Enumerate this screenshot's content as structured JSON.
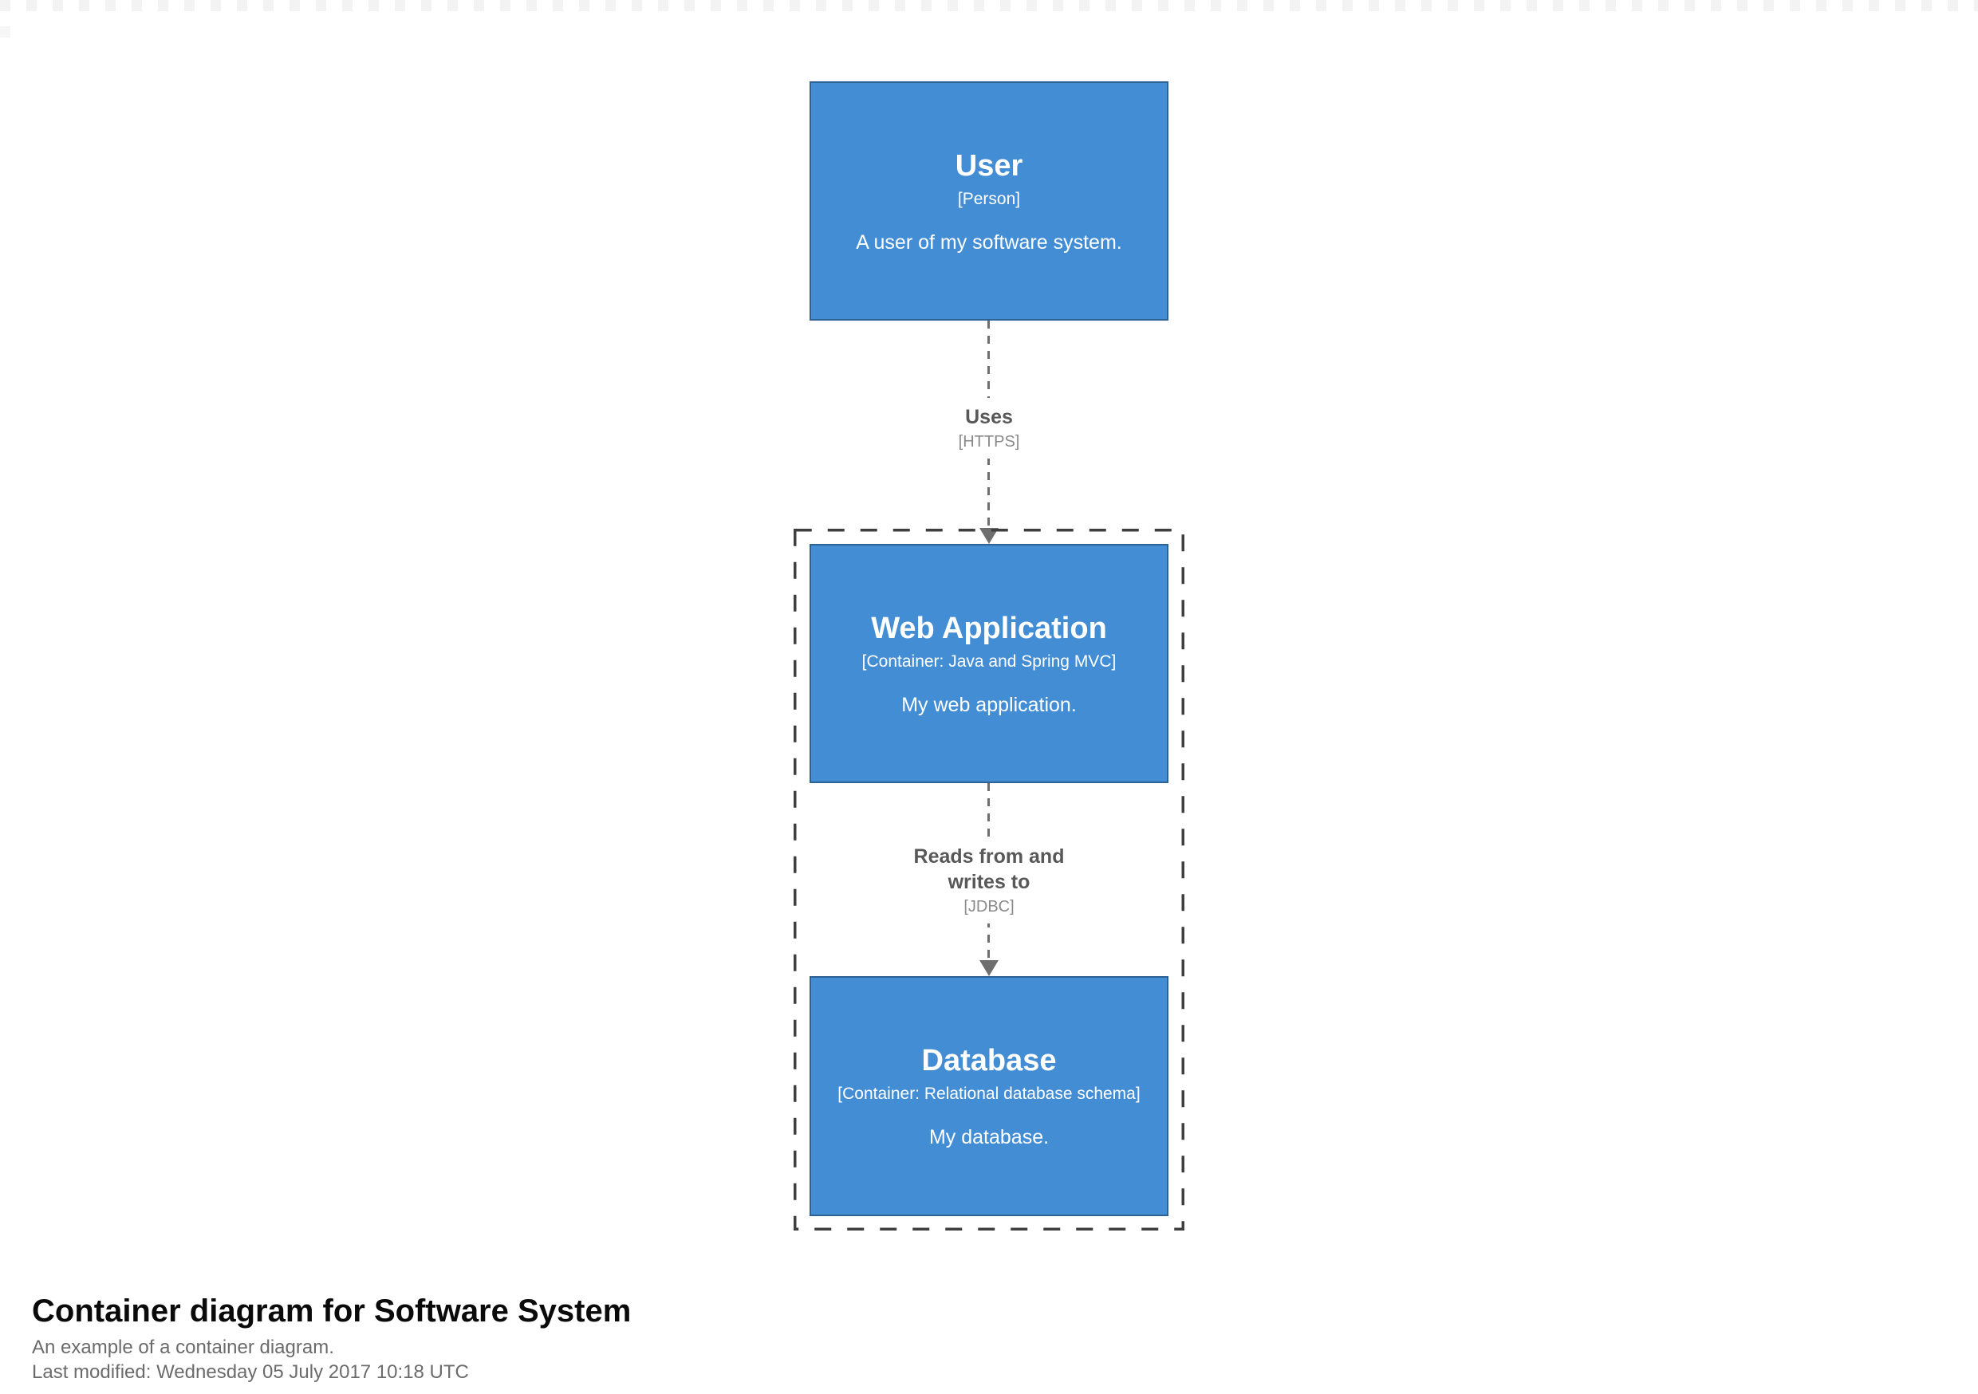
{
  "page": {
    "title": "Container diagram for Software System",
    "description": "An example of a container diagram.",
    "last_modified": "Last modified: Wednesday 05 July 2017 10:18 UTC"
  },
  "colors": {
    "element_fill": "#438dd5",
    "element_border": "#2e6295",
    "element_text": "#ffffff",
    "boundary_border": "#3f3f3f",
    "relationship_line": "#6e6e6e",
    "relationship_name_text": "#585858",
    "relationship_tech_text": "#8a8a8a"
  },
  "nodes": {
    "user": {
      "name": "User",
      "meta": "[Person]",
      "description": "A user of my software system."
    },
    "web_application": {
      "name": "Web Application",
      "meta": "[Container: Java and Spring MVC]",
      "description": "My web application."
    },
    "database": {
      "name": "Database",
      "meta": "[Container: Relational database schema]",
      "description": "My database."
    }
  },
  "relationships": {
    "uses": {
      "name": "Uses",
      "technology": "[HTTPS]"
    },
    "reads_writes": {
      "name": "Reads from and writes to",
      "technology": "[JDBC]"
    }
  }
}
